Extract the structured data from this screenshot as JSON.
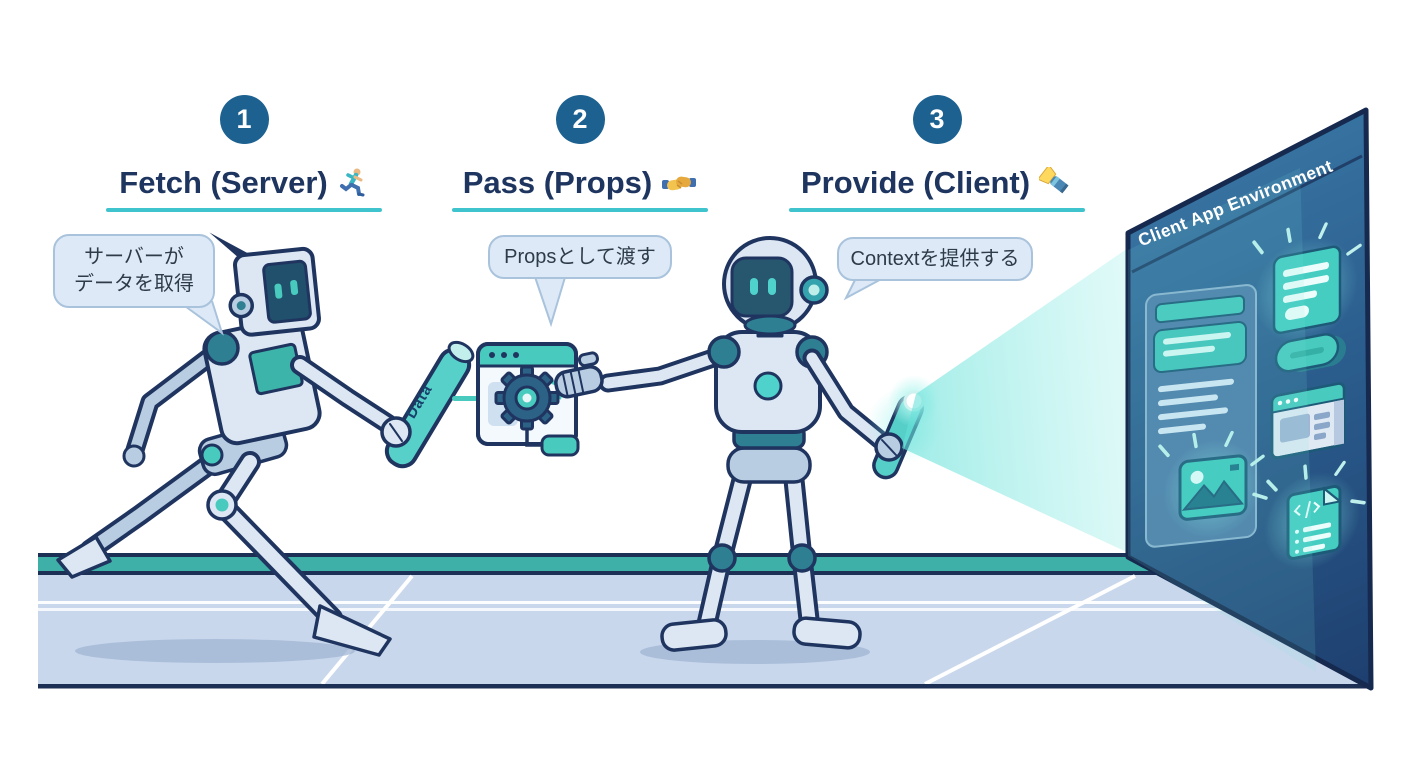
{
  "steps": [
    {
      "number": "1",
      "title": "Fetch (Server)",
      "icon": "runner-icon",
      "bubble_lines": [
        "サーバーが",
        "データを取得"
      ]
    },
    {
      "number": "2",
      "title": "Pass (Props)",
      "icon": "handshake-icon",
      "bubble_lines": [
        "Propsとして渡す"
      ]
    },
    {
      "number": "3",
      "title": "Provide (Client)",
      "icon": "flashlight-icon",
      "bubble_lines": [
        "Contextを提供する"
      ]
    }
  ],
  "baton": {
    "label": "Data"
  },
  "panel": {
    "title": "Client App Environment"
  },
  "colors": {
    "heading_navy": "#1e3560",
    "badge_blue": "#1d6191",
    "accent_teal": "#3fc3cd",
    "glow_teal": "#49cabe",
    "track_teal": "#3fb0a8",
    "panel_blue": "#2a5c8c",
    "bubble_bg": "#dde9f6"
  }
}
